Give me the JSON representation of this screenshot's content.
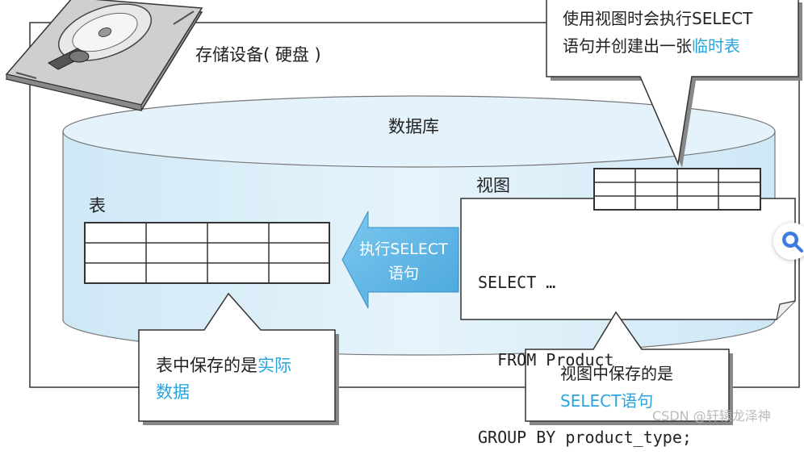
{
  "storage": {
    "label": "存储设备( 硬盘 )"
  },
  "database": {
    "label": "数据库"
  },
  "table": {
    "label": "表"
  },
  "view": {
    "label": "视图"
  },
  "arrow": {
    "line1": "执行SELECT",
    "line2": "语句"
  },
  "code": {
    "line1": "SELECT …",
    "line2": "  FROM Product",
    "line3": "GROUP BY product_type;"
  },
  "callout_top": {
    "line1": "使用视图时会执行SELECT",
    "line2_plain": "语句并创建出一张",
    "line2_highlight": "临时表"
  },
  "callout_table": {
    "line1_plain": "表中保存的是",
    "line1_highlight": "实际",
    "line2_highlight": "数据"
  },
  "callout_view": {
    "line1": "视图中保存的是",
    "line2_highlight": "SELECT语句"
  },
  "watermark": "CSDN @轩辕龙泽神",
  "icons": {
    "zoom": "zoom-search-icon",
    "disk": "hard-disk-icon"
  },
  "colors": {
    "highlight": "#2aa5dc",
    "db_fill": "#d3ebf7",
    "arrow": "#5bb8e8"
  }
}
